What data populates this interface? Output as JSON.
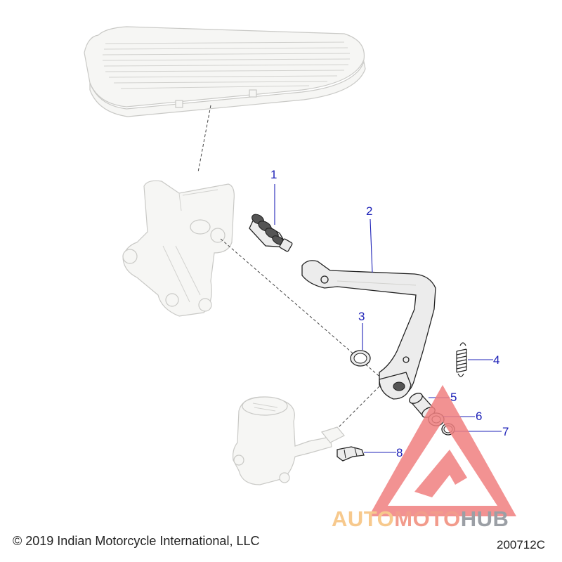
{
  "callouts": [
    {
      "number": "1"
    },
    {
      "number": "2"
    },
    {
      "number": "3"
    },
    {
      "number": "4"
    },
    {
      "number": "5"
    },
    {
      "number": "6"
    },
    {
      "number": "7"
    },
    {
      "number": "8"
    }
  ],
  "watermark": {
    "word_a": "AUTO",
    "word_b": "MOTO",
    "word_c": "HUB",
    "color_a": "#f6c07a",
    "color_b": "#f08a78",
    "color_c": "#8a8f96",
    "triangle_color": "#f07f7f"
  },
  "footer": {
    "copyright": "© 2019 Indian Motorcycle International, LLC",
    "code": "200712C"
  },
  "colors": {
    "callout": "#1f23b8",
    "ghost_part": "#c9c9c6"
  }
}
